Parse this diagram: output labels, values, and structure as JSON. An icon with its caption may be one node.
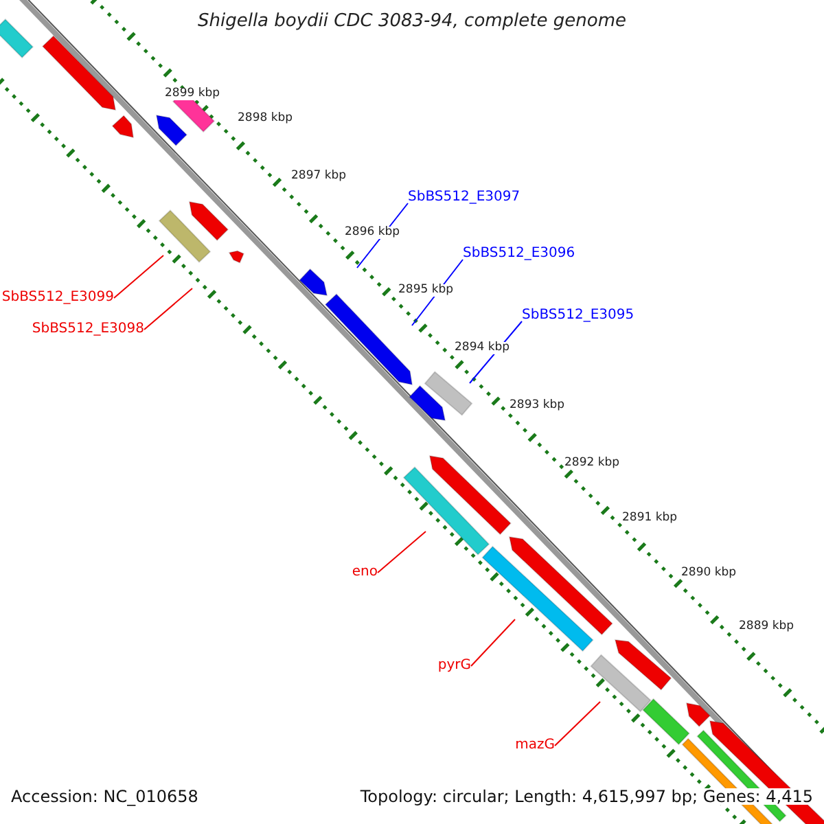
{
  "diagram": {
    "title": "Shigella boydii CDC 3083-94, complete genome",
    "nodes": [
      {
        "text": [
          "SbBS512_E3097"
        ]
      },
      {
        "text": [
          "SbBS512_E3096"
        ]
      },
      {
        "text": [
          "SbBS512_E3095"
        ]
      },
      {
        "text": [
          "SbBS512_E3099"
        ]
      },
      {
        "text": [
          "SbBS512_E3098"
        ]
      },
      {
        "text": [
          "eno"
        ]
      },
      {
        "text": [
          "pyrG"
        ]
      },
      {
        "text": [
          "mazG"
        ]
      }
    ],
    "edges": [
      {
        "from": 0,
        "to": null,
        "arrow": "none",
        "color": "#0000ff"
      },
      {
        "from": 1,
        "to": null,
        "arrow": "none",
        "color": "#0000ff"
      },
      {
        "from": 2,
        "to": null,
        "arrow": "none",
        "color": "#0000ff"
      },
      {
        "from": 3,
        "to": null,
        "arrow": "none"
      },
      {
        "from": 4,
        "to": null,
        "arrow": "none"
      },
      {
        "from": 5,
        "to": null,
        "arrow": "none"
      },
      {
        "from": 6,
        "to": null,
        "arrow": "none"
      },
      {
        "from": 7,
        "to": null,
        "arrow": "none"
      }
    ],
    "labels": [
      "2899 kbp",
      "2898 kbp",
      "2897 kbp",
      "2896 kbp",
      "2895 kbp",
      "2894 kbp",
      "2893 kbp",
      "2892 kbp",
      "2891 kbp",
      "2890 kbp",
      "2889 kbp",
      "Accession: NC_010658",
      "Topology: circular; Length: 4,615,997 bp; Genes: 4,415"
    ]
  }
}
